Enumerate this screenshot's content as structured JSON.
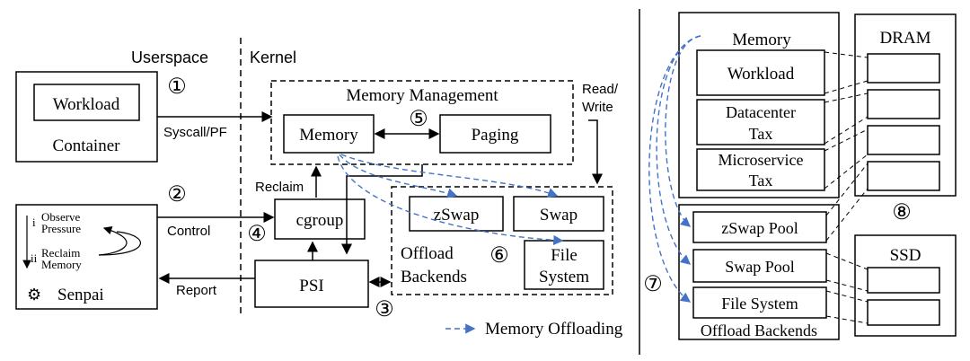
{
  "labels": {
    "userspace": "Userspace",
    "kernel": "Kernel",
    "workload": "Workload",
    "container": "Container",
    "syscall_pf": "Syscall/PF",
    "memory_management": "Memory Management",
    "memory": "Memory",
    "paging": "Paging",
    "read_write_1": "Read/",
    "read_write_2": "Write",
    "reclaim": "Reclaim",
    "cgroup": "cgroup",
    "control": "Control",
    "observe_1": "Observe",
    "observe_2": "Pressure",
    "reclaim_mem_1": "Reclaim",
    "reclaim_mem_2": "Memory",
    "step_i": "i",
    "step_ii": "ii",
    "senpai": "Senpai",
    "report": "Report",
    "psi": "PSI",
    "zswap": "zSwap",
    "swap": "Swap",
    "offload_1": "Offload",
    "backends": "Backends",
    "file_1": "File",
    "system": "System",
    "legend": "Memory  Offloading"
  },
  "numbers": {
    "n1": "①",
    "n2": "②",
    "n3": "③",
    "n4": "④",
    "n5": "⑤",
    "n6": "⑥",
    "n7": "⑦",
    "n8": "⑧"
  },
  "right": {
    "memory": "Memory",
    "workload": "Workload",
    "datacenter_1": "Datacenter",
    "datacenter_2": "Tax",
    "microservice_1": "Microservice",
    "microservice_2": "Tax",
    "zswap_pool": "zSwap Pool",
    "swap_pool": "Swap Pool",
    "file_system": "File System",
    "offload_backends": "Offload Backends",
    "dram": "DRAM",
    "ssd": "SSD"
  },
  "colors": {
    "offload_arrow": "#4472c4",
    "line": "#000000"
  }
}
